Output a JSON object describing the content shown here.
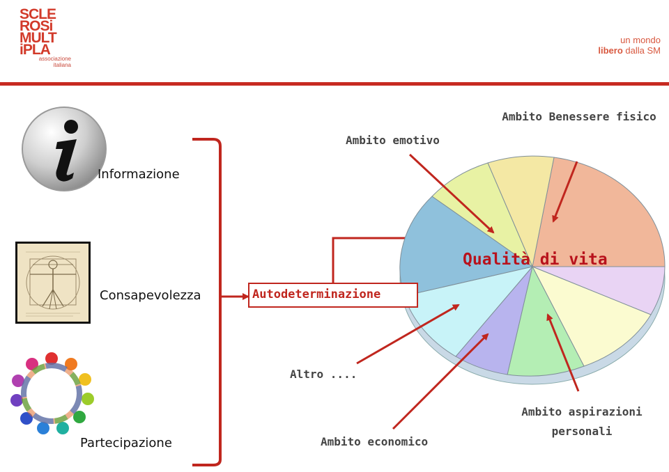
{
  "header": {
    "logo_lines": [
      "SCLE",
      "ROSi",
      "MULT",
      "iPLA"
    ],
    "logo_sub_line1": "associazione",
    "logo_sub_line2": "italiana",
    "tagline_line1": "un mondo",
    "tagline_bold": "libero",
    "tagline_rest": " dalla SM"
  },
  "left": {
    "items": [
      {
        "label": "Informazione",
        "icon": "info-icon"
      },
      {
        "label": "Consapevolezza",
        "icon": "vitruvian-man-icon"
      },
      {
        "label": "Partecipazione",
        "icon": "people-ring-icon"
      }
    ]
  },
  "center": {
    "label": "Autodeterminazione"
  },
  "pie": {
    "center_label": "Qualità di vita",
    "annotations": {
      "benessere": "Ambito Benessere fisico",
      "emotivo": "Ambito emotivo",
      "altro": "Altro ....",
      "economico": "Ambito economico",
      "aspirazioni": "Ambito aspirazioni personali"
    },
    "colors": {
      "benessere": "#f1b79a",
      "emotivo_a": "#f4e8a4",
      "emotivo_b": "#e8f2a4",
      "blue": "#8fc1dc",
      "cyan": "#c8f3f8",
      "lavender": "#b8b4ee",
      "green": "#b4eeb4",
      "yellow": "#fbfbd0",
      "pink": "#e9d4f4"
    }
  },
  "accent": "#c72a21"
}
